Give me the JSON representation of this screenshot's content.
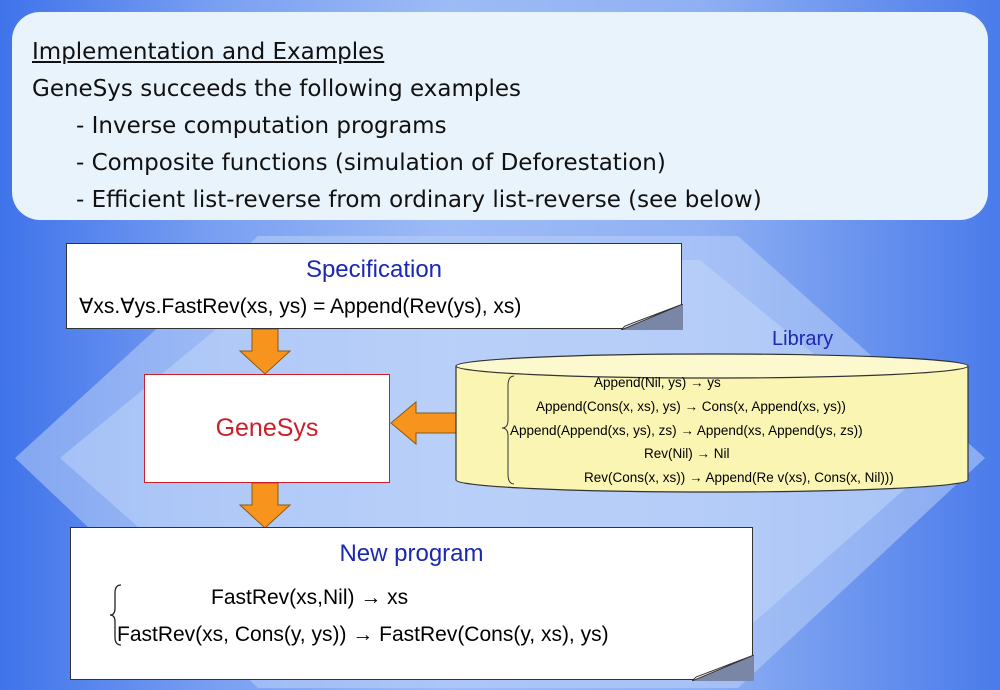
{
  "intro": {
    "title": "Implementation and Examples",
    "lead": "GeneSys succeeds the following examples",
    "bullets": [
      "- Inverse computation programs",
      "- Composite functions (simulation of Deforestation)",
      "- Efficient list-reverse from ordinary list-reverse (see below)"
    ]
  },
  "specification": {
    "heading": "Specification",
    "formula": "∀xs.∀ys.FastRev(xs, ys) = Append(Rev(ys), xs)"
  },
  "engine": {
    "label": "GeneSys"
  },
  "library": {
    "title": "Library",
    "rules": [
      "Append(Nil, ys) → ys",
      "Append(Cons(x, xs), ys) → Cons(x, Append(xs, ys))",
      "Append(Append(xs, ys), zs) → Append(xs, Append(ys, zs))",
      "Rev(Nil) → Nil",
      "Rev(Cons(x, xs)) → Append(Re v(xs), Cons(x, Nil)))"
    ]
  },
  "new_program": {
    "heading": "New program",
    "rules": [
      "FastRev(xs,Nil) → xs",
      "FastRev(xs, Cons(y, ys)) → FastRev(Cons(y, xs), ys)"
    ]
  },
  "colors": {
    "arrow_fill": "#f7941d",
    "library_fill": "#fbf5b4",
    "heading_blue": "#1b28b0",
    "engine_red": "#c9202a"
  }
}
